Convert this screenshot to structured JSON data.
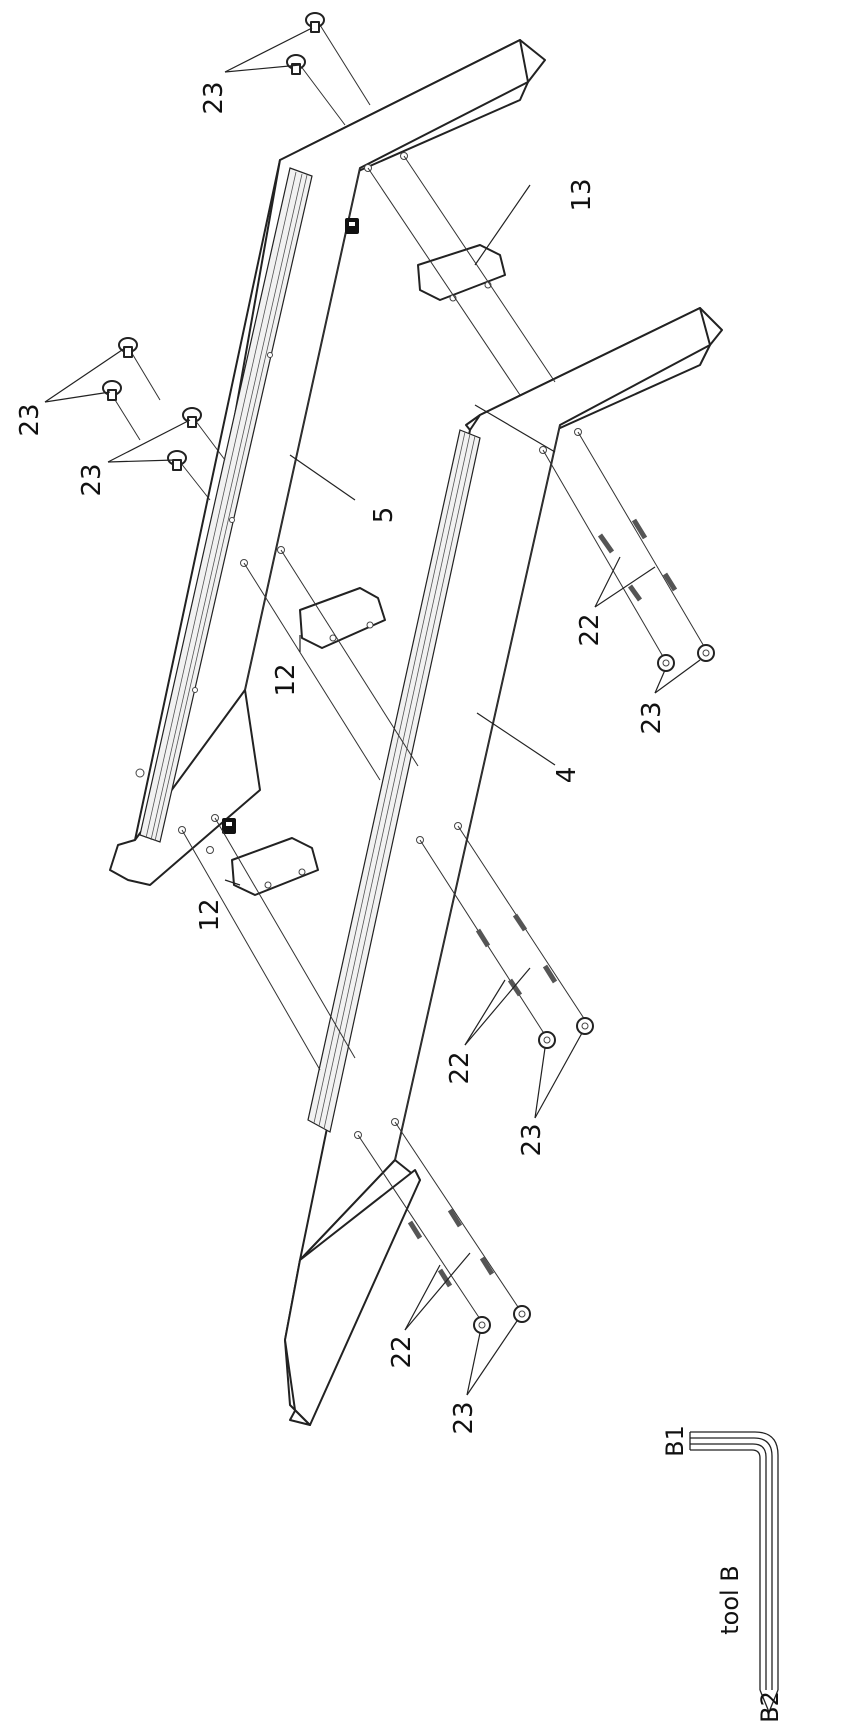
{
  "diagram": {
    "part_labels": {
      "frame_upper": "5",
      "frame_lower": "4",
      "spacer_left": "12",
      "spacer_mid": "12",
      "spacer_right": "13",
      "rod_set_1": "22",
      "rod_set_2": "22",
      "rod_set_3": "22",
      "screw_top_1": "23",
      "screw_top_2": "23",
      "screw_top_3": "23",
      "screw_bottom_1": "23",
      "screw_bottom_2": "23",
      "screw_bottom_3": "23"
    },
    "tool": {
      "name": "tool B",
      "end_short": "B1",
      "end_long": "B2"
    }
  }
}
